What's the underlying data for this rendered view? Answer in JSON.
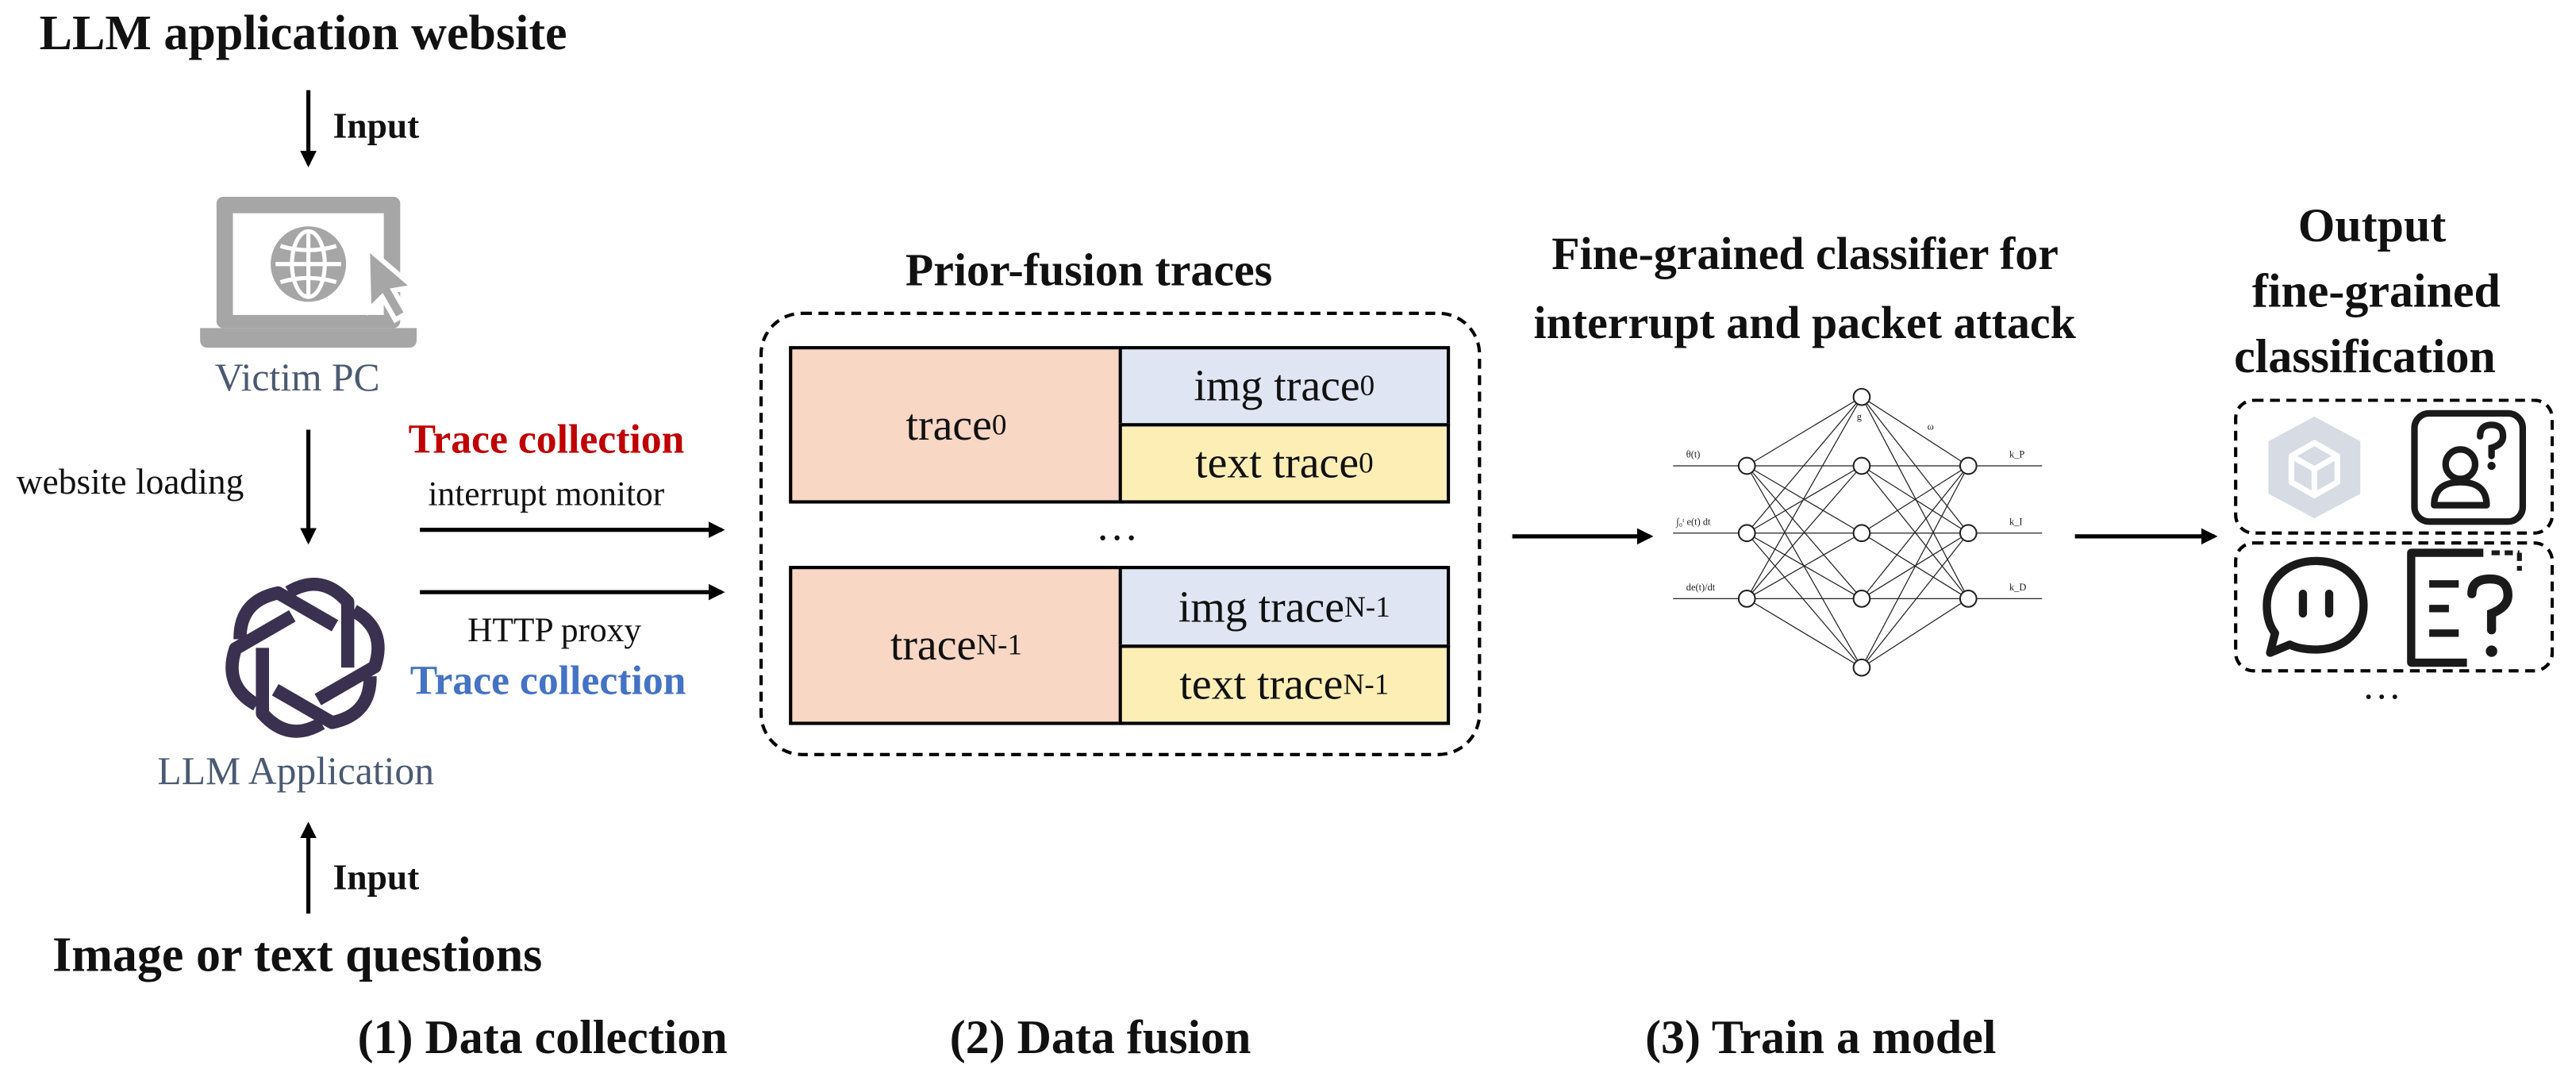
{
  "left": {
    "top_title": "LLM application website",
    "input_top": "Input",
    "victim_pc": "Victim PC",
    "website_loading": "website loading",
    "llm_app": "LLM Application",
    "input_bottom": "Input",
    "bottom_title": "Image or text questions"
  },
  "collection": {
    "trace_collection_red": "Trace collection",
    "interrupt_monitor": "interrupt monitor",
    "http_proxy": "HTTP proxy",
    "trace_collection_blue": "Trace collection"
  },
  "fusion": {
    "title": "Prior-fusion traces",
    "rows": [
      {
        "trace": "trace",
        "trace_sub": "0",
        "img": "img trace",
        "img_sub": "0",
        "text": "text trace",
        "text_sub": "0"
      },
      {
        "trace": "trace",
        "trace_sub": "N-1",
        "img": "img trace",
        "img_sub": "N-1",
        "text": "text trace",
        "text_sub": "N-1"
      }
    ],
    "ellipsis": "…"
  },
  "classifier": {
    "title_line1": "Fine-grained classifier for",
    "title_line2": "interrupt and packet attack",
    "nn_inputs": [
      "θ(t)",
      "∫₀ᵗ e(t) dt",
      "de(t)/dt"
    ],
    "nn_hidden_top": "g",
    "nn_weight": "ω",
    "nn_outputs": [
      "k_P",
      "k_I",
      "k_D"
    ]
  },
  "output": {
    "line1": "Output",
    "line2": "fine-grained",
    "line3": "classification",
    "ellipsis": "…",
    "icons": [
      "cube-hex-icon",
      "person-question-icon",
      "chat-bubble-icon",
      "document-question-icon"
    ]
  },
  "steps": {
    "step1": "(1) Data collection",
    "step2": "(2) Data fusion",
    "step3": "(3) Train a model"
  },
  "colors": {
    "trace_fill": "#f8d7c4",
    "img_fill": "#dfe5f3",
    "text_fill": "#fdeeb5",
    "red": "#c00000",
    "blue": "#4472c4",
    "icon_gray": "#a6a6a6",
    "openai_purple": "#3a3050"
  }
}
